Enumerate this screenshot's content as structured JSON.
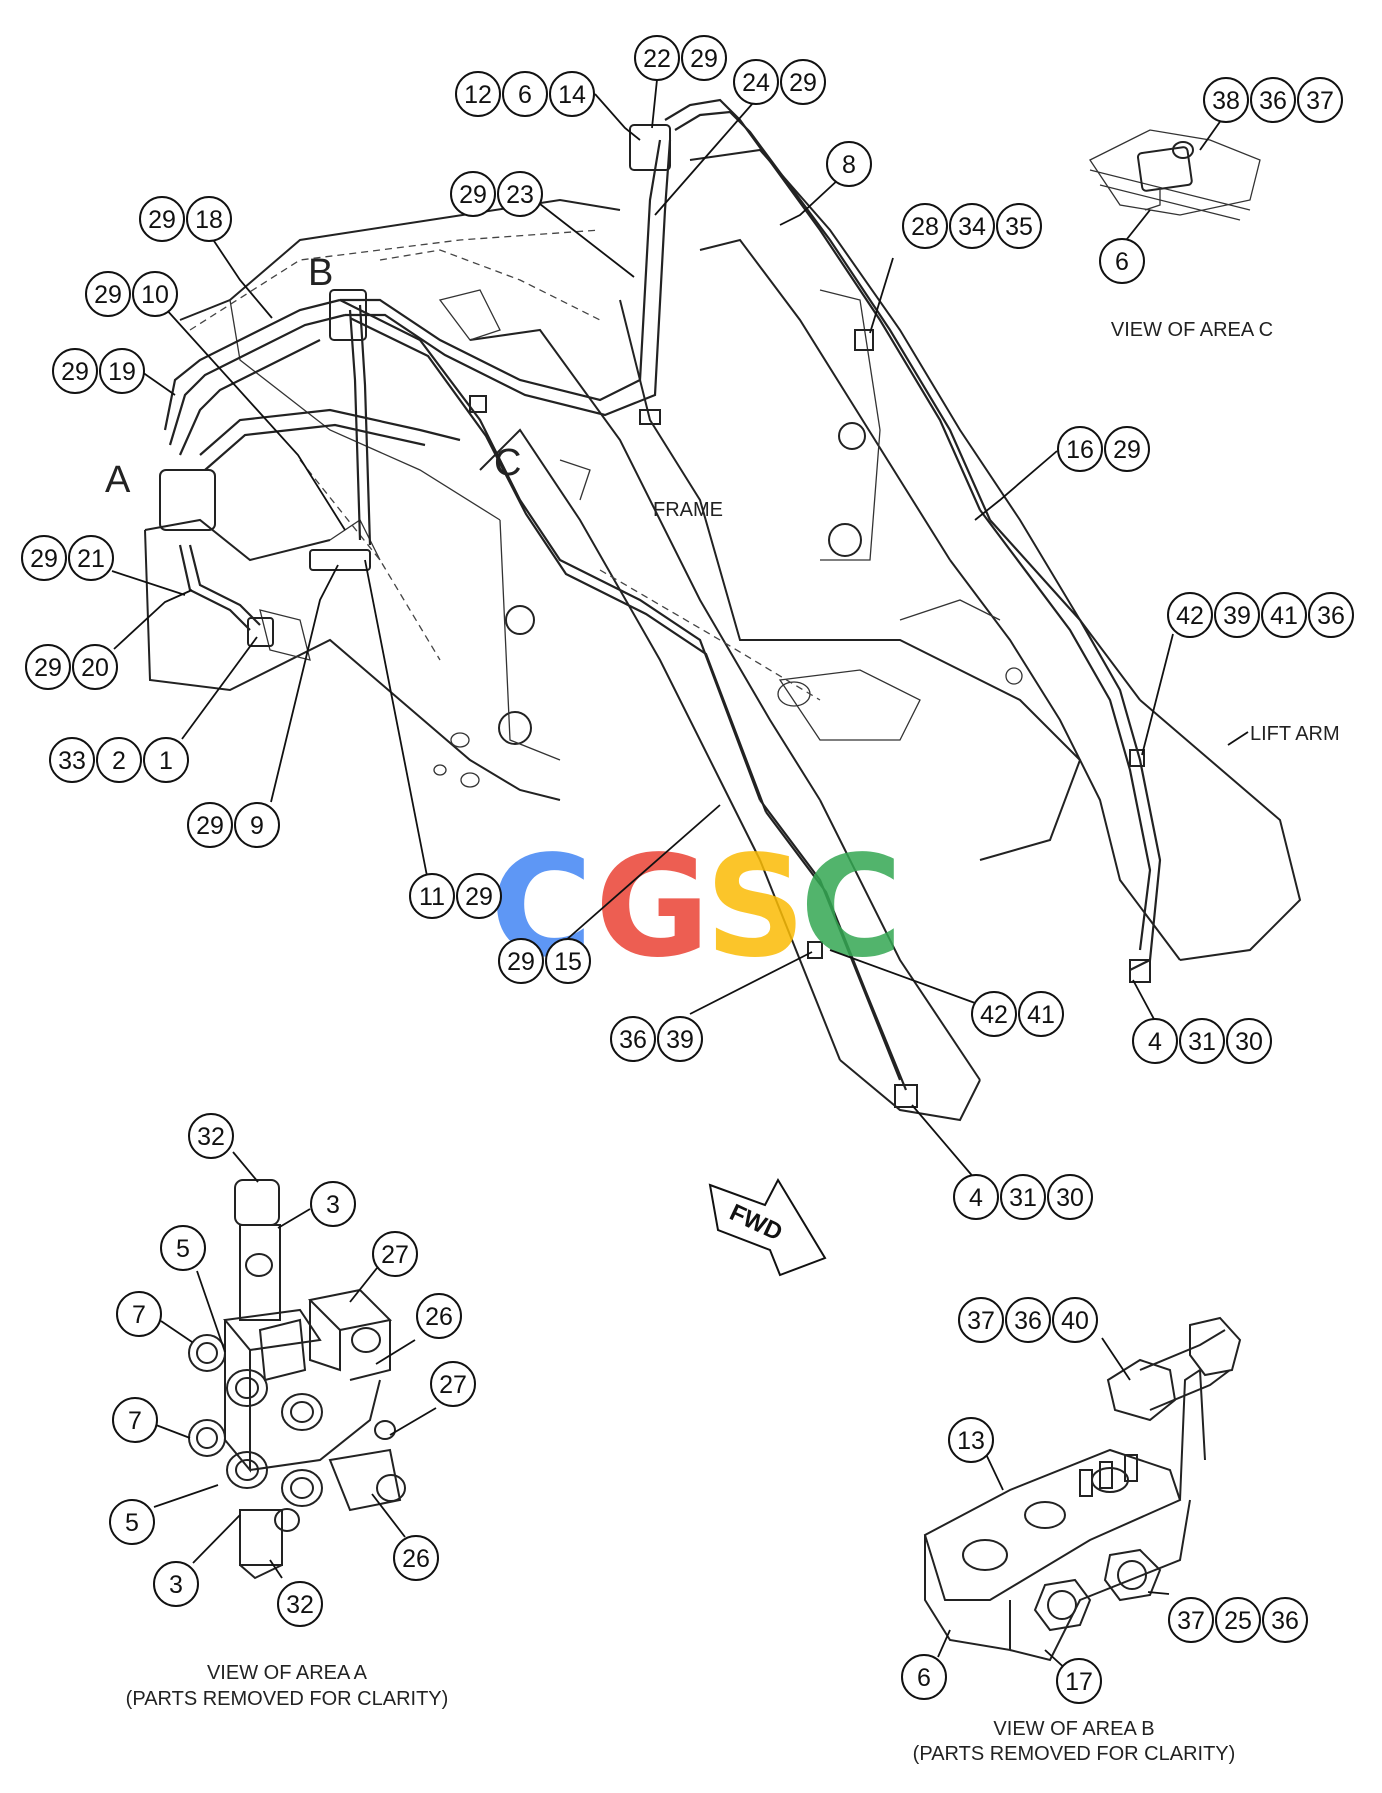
{
  "area_letters": {
    "a": "A",
    "b": "B",
    "c": "C"
  },
  "labels": {
    "frame": "FRAME",
    "lift_arm": "LIFT ARM"
  },
  "captions": {
    "area_a_line1": "VIEW OF AREA A",
    "area_a_line2": "(PARTS REMOVED FOR CLARITY)",
    "area_b_line1": "VIEW OF AREA B",
    "area_b_line2": "(PARTS REMOVED FOR CLARITY)",
    "area_c": "VIEW OF AREA C"
  },
  "fwd_label": "FWD",
  "watermark": {
    "letters": [
      "C",
      "G",
      "S",
      "C"
    ],
    "colors": [
      "#4285F4",
      "#EA4335",
      "#FBBC05",
      "#34A853"
    ]
  },
  "callout_groups": [
    {
      "id": "g-12-6-14",
      "numbers": [
        "12",
        "6",
        "14"
      ]
    },
    {
      "id": "g-22-29",
      "numbers": [
        "22",
        "29"
      ]
    },
    {
      "id": "g-24-29",
      "numbers": [
        "24",
        "29"
      ]
    },
    {
      "id": "g-8",
      "numbers": [
        "8"
      ]
    },
    {
      "id": "g-29-23",
      "numbers": [
        "29",
        "23"
      ]
    },
    {
      "id": "g-29-18",
      "numbers": [
        "29",
        "18"
      ]
    },
    {
      "id": "g-29-10",
      "numbers": [
        "29",
        "10"
      ]
    },
    {
      "id": "g-29-19",
      "numbers": [
        "29",
        "19"
      ]
    },
    {
      "id": "g-29-21",
      "numbers": [
        "29",
        "21"
      ]
    },
    {
      "id": "g-29-20",
      "numbers": [
        "29",
        "20"
      ]
    },
    {
      "id": "g-33-2-1",
      "numbers": [
        "33",
        "2",
        "1"
      ]
    },
    {
      "id": "g-29-9",
      "numbers": [
        "29",
        "9"
      ]
    },
    {
      "id": "g-11-29",
      "numbers": [
        "11",
        "29"
      ]
    },
    {
      "id": "g-29-15",
      "numbers": [
        "29",
        "15"
      ]
    },
    {
      "id": "g-28-34-35",
      "numbers": [
        "28",
        "34",
        "35"
      ]
    },
    {
      "id": "g-16-29",
      "numbers": [
        "16",
        "29"
      ]
    },
    {
      "id": "g-38-36-37",
      "numbers": [
        "38",
        "36",
        "37"
      ]
    },
    {
      "id": "g-6-c",
      "numbers": [
        "6"
      ]
    },
    {
      "id": "g-42-39-41-36",
      "numbers": [
        "42",
        "39",
        "41",
        "36"
      ]
    },
    {
      "id": "g-4-31-30-right",
      "numbers": [
        "4",
        "31",
        "30"
      ]
    },
    {
      "id": "g-42-41",
      "numbers": [
        "42",
        "41"
      ]
    },
    {
      "id": "g-36-39",
      "numbers": [
        "36",
        "39"
      ]
    },
    {
      "id": "g-4-31-30-center",
      "numbers": [
        "4",
        "31",
        "30"
      ]
    },
    {
      "id": "g-32-top",
      "numbers": [
        "32"
      ]
    },
    {
      "id": "g-3-top",
      "numbers": [
        "3"
      ]
    },
    {
      "id": "g-5-top",
      "numbers": [
        "5"
      ]
    },
    {
      "id": "g-27-top",
      "numbers": [
        "27"
      ]
    },
    {
      "id": "g-7-top",
      "numbers": [
        "7"
      ]
    },
    {
      "id": "g-26-top",
      "numbers": [
        "26"
      ]
    },
    {
      "id": "g-27-mid",
      "numbers": [
        "27"
      ]
    },
    {
      "id": "g-7-mid",
      "numbers": [
        "7"
      ]
    },
    {
      "id": "g-5-bottom",
      "numbers": [
        "5"
      ]
    },
    {
      "id": "g-26-bottom",
      "numbers": [
        "26"
      ]
    },
    {
      "id": "g-3-bottom",
      "numbers": [
        "3"
      ]
    },
    {
      "id": "g-32-bottom",
      "numbers": [
        "32"
      ]
    },
    {
      "id": "g-37-36-40",
      "numbers": [
        "37",
        "36",
        "40"
      ]
    },
    {
      "id": "g-13",
      "numbers": [
        "13"
      ]
    },
    {
      "id": "g-37-25-36",
      "numbers": [
        "37",
        "25",
        "36"
      ]
    },
    {
      "id": "g-6-b",
      "numbers": [
        "6"
      ]
    },
    {
      "id": "g-17",
      "numbers": [
        "17"
      ]
    }
  ]
}
